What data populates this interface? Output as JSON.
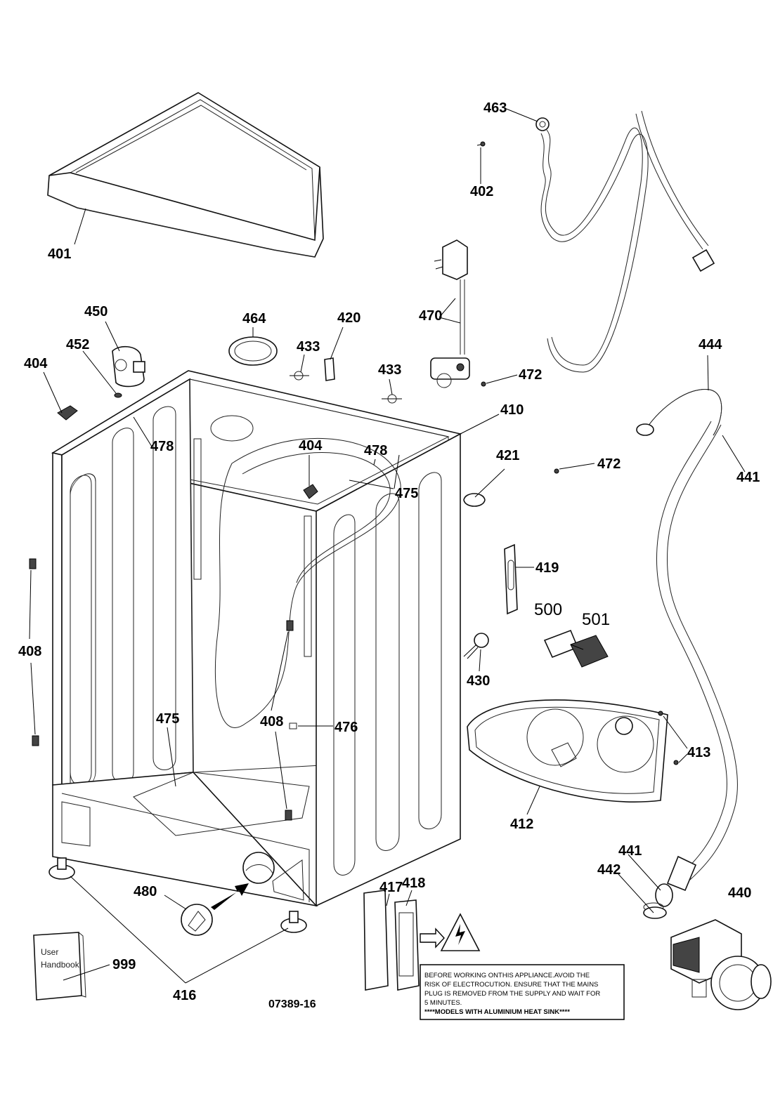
{
  "callouts": {
    "c401": "401",
    "c402": "402",
    "c463": "463",
    "c450": "450",
    "c452": "452",
    "c404a": "404",
    "c404b": "404",
    "c464": "464",
    "c433a": "433",
    "c433b": "433",
    "c420": "420",
    "c470": "470",
    "c472a": "472",
    "c472b": "472",
    "c444": "444",
    "c441a": "441",
    "c441b": "441",
    "c410": "410",
    "c478a": "478",
    "c478b": "478",
    "c475a": "475",
    "c475b": "475",
    "c421": "421",
    "c419": "419",
    "c408a": "408",
    "c408b": "408",
    "c476": "476",
    "c430": "430",
    "c413": "413",
    "c412": "412",
    "c480": "480",
    "c416": "416",
    "c417": "417",
    "c418": "418",
    "c442": "442",
    "c440": "440",
    "c999": "999",
    "c500": "500",
    "c501": "501"
  },
  "handbook": {
    "line1": "User",
    "line2": "Handbook"
  },
  "drawing_number": "07389-16",
  "warning": {
    "line1": "BEFORE  WORKING ONTHIS APPLIANCE.AVOID THE",
    "line2": "RISK OF ELECTROCUTION. ENSURE THAT THE MAINS",
    "line3": "PLUG IS REMOVED FROM THE SUPPLY AND WAIT FOR",
    "line4": "5 MINUTES.",
    "line5": "****MODELS WITH ALUMINIUM HEAT SINK****"
  }
}
